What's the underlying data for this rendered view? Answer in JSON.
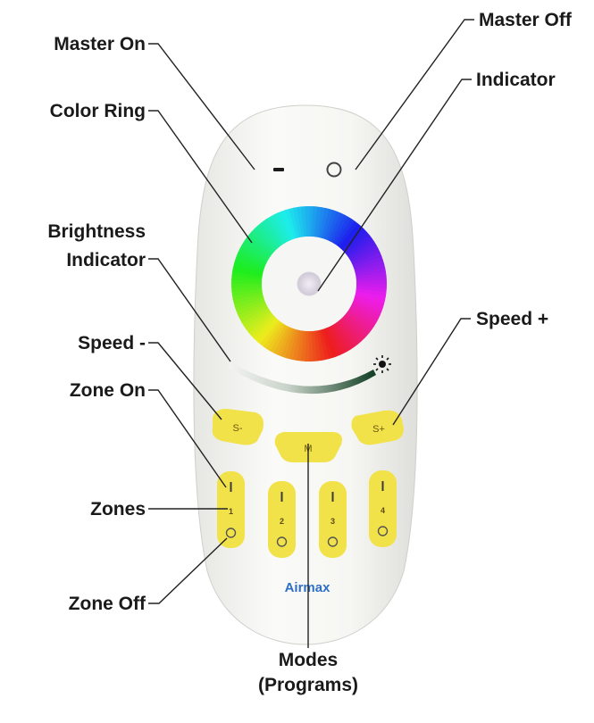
{
  "labels": {
    "master_on": "Master On",
    "master_off": "Master Off",
    "color_ring": "Color Ring",
    "indicator": "Indicator",
    "brightness_indicator_1": "Brightness",
    "brightness_indicator_2": "Indicator",
    "speed_minus": "Speed -",
    "speed_plus": "Speed +",
    "zone_on": "Zone On",
    "zones": "Zones",
    "zone_off": "Zone Off",
    "modes_1": "Modes",
    "modes_2": "(Programs)"
  },
  "remote": {
    "brand": "Airmax",
    "speed_minus_button": "S-",
    "speed_plus_button": "S+",
    "mode_button": "M",
    "zone_buttons": [
      {
        "number": "1"
      },
      {
        "number": "2"
      },
      {
        "number": "3"
      },
      {
        "number": "4"
      }
    ]
  },
  "colors": {
    "remote_body": "#f4f4f2",
    "button_yellow": "#f2e24a",
    "brand_blue": "#2f6fc4"
  }
}
